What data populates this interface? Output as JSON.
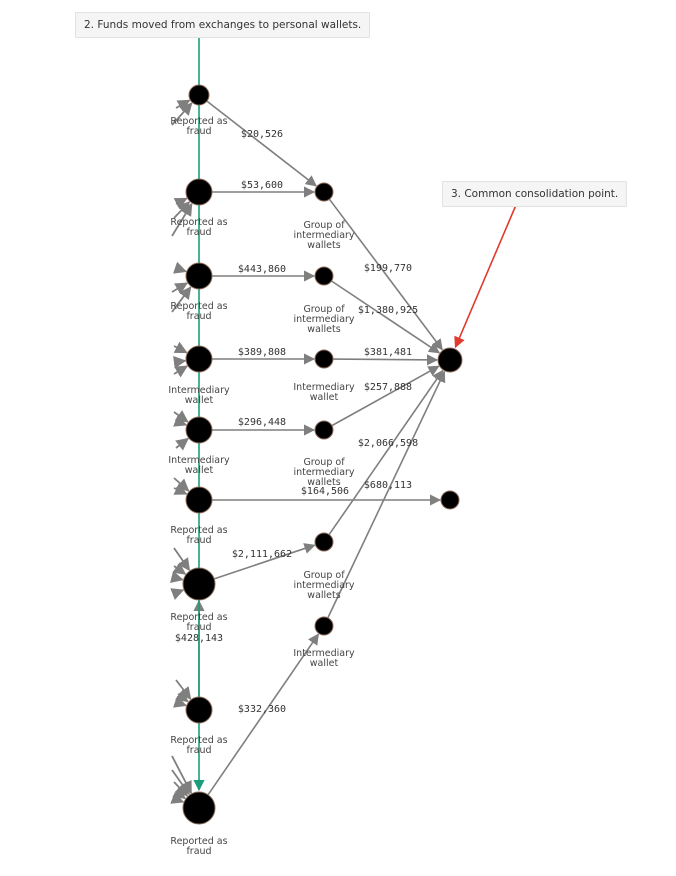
{
  "colors": {
    "edge": "#7f7f7f",
    "node_fill": "#000000",
    "node_stroke": "#8a6a5a",
    "timeline": "#1a9e7a",
    "highlight_arrow": "#e03b2e"
  },
  "callouts": {
    "exchanges": "2. Funds moved from exchanges to personal wallets.",
    "consolidation": "3. Common consolidation point."
  },
  "nodes": [
    {
      "id": "L1",
      "label": [
        "Reported as",
        "fraud"
      ]
    },
    {
      "id": "L2",
      "label": [
        "Reported as",
        "fraud"
      ]
    },
    {
      "id": "L3",
      "label": [
        "Reported as",
        "fraud"
      ]
    },
    {
      "id": "L4",
      "label": [
        "Intermediary",
        "wallet"
      ]
    },
    {
      "id": "L5",
      "label": [
        "Intermediary",
        "wallet"
      ]
    },
    {
      "id": "L6",
      "label": [
        "Reported as",
        "fraud"
      ]
    },
    {
      "id": "L7",
      "label": [
        "Reported as",
        "fraud"
      ]
    },
    {
      "id": "L8",
      "label": [
        "Reported as",
        "fraud"
      ]
    },
    {
      "id": "L9",
      "label": [
        "Reported as",
        "fraud"
      ]
    },
    {
      "id": "M1",
      "label": [
        "Group of",
        "intermediary",
        "wallets"
      ]
    },
    {
      "id": "M2",
      "label": [
        "Group of",
        "intermediary",
        "wallets"
      ]
    },
    {
      "id": "M3",
      "label": [
        "Intermediary",
        "wallet"
      ]
    },
    {
      "id": "M4",
      "label": [
        "Group of",
        "intermediary",
        "wallets"
      ]
    },
    {
      "id": "M5",
      "label": [
        "Group of",
        "intermediary",
        "wallets"
      ]
    },
    {
      "id": "M6",
      "label": [
        "Intermediary",
        "wallet"
      ]
    },
    {
      "id": "R1",
      "label": []
    },
    {
      "id": "R2",
      "label": []
    }
  ],
  "edges": [
    {
      "from": "L1",
      "to": "M1",
      "amount": "$20,526"
    },
    {
      "from": "L2",
      "to": "M1",
      "amount": "$53,600"
    },
    {
      "from": "L3",
      "to": "M2",
      "amount": "$443,860"
    },
    {
      "from": "L4",
      "to": "M3",
      "amount": "$389,808"
    },
    {
      "from": "L5",
      "to": "M4",
      "amount": "$296,448"
    },
    {
      "from": "L6",
      "to": "R2",
      "amount": "$164,506"
    },
    {
      "from": "L7",
      "to": "M5",
      "amount": "$2,111,662"
    },
    {
      "from": "L9",
      "to": "M6",
      "amount": "$332,360"
    },
    {
      "from": "M1",
      "to": "R1",
      "amount": "$199,770"
    },
    {
      "from": "M2",
      "to": "R1",
      "amount": "$1,380,925"
    },
    {
      "from": "M3",
      "to": "R1",
      "amount": "$381,481"
    },
    {
      "from": "M4",
      "to": "R1",
      "amount": "$257,888"
    },
    {
      "from": "M5",
      "to": "R1",
      "amount": "$2,066,598"
    },
    {
      "from": "M6",
      "to": "R1",
      "amount": "$680,113"
    },
    {
      "from": "L8",
      "to": "L7",
      "amount": "$428,143"
    }
  ]
}
